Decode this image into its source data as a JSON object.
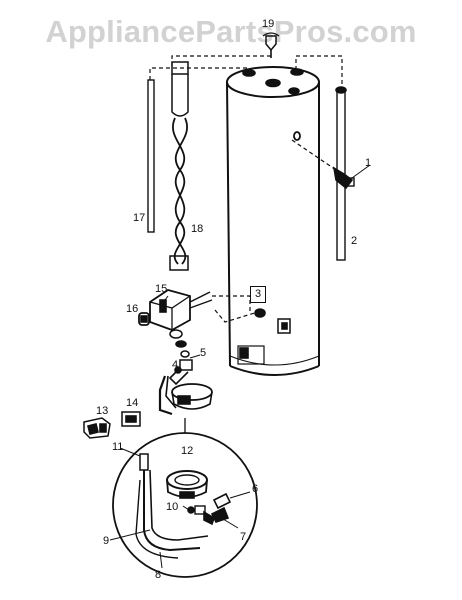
{
  "watermark": "AppliancePartsPros.com",
  "callouts": {
    "p1": "1",
    "p2": "2",
    "p3": "3",
    "p4": "4",
    "p5": "5",
    "p6": "6",
    "p7": "7",
    "p8": "8",
    "p9": "9",
    "p10": "10",
    "p11": "11",
    "p12": "12",
    "p13": "13",
    "p14": "14",
    "p15": "15",
    "p16": "16",
    "p17": "17",
    "p18": "18",
    "p19": "19"
  }
}
